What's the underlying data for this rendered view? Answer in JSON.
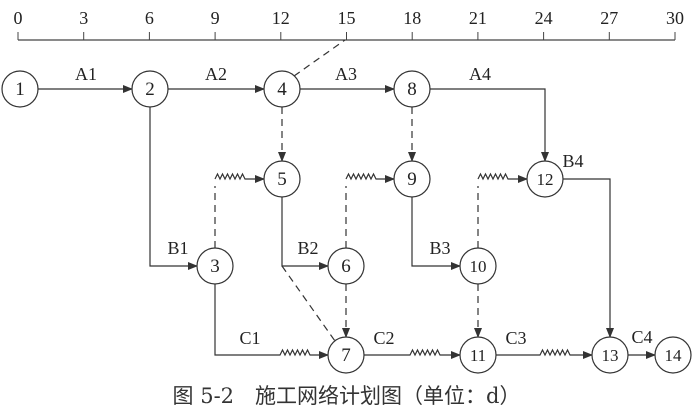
{
  "axis": {
    "ticks": [
      "0",
      "3",
      "6",
      "9",
      "12",
      "15",
      "18",
      "21",
      "24",
      "27",
      "30"
    ]
  },
  "nodes": [
    "1",
    "2",
    "3",
    "4",
    "5",
    "6",
    "7",
    "8",
    "9",
    "10",
    "11",
    "12",
    "13",
    "14"
  ],
  "activities": {
    "A1": "A1",
    "A2": "A2",
    "A3": "A3",
    "A4": "A4",
    "B1": "B1",
    "B2": "B2",
    "B3": "B3",
    "B4": "B4",
    "C1": "C1",
    "C2": "C2",
    "C3": "C3",
    "C4": "C4"
  },
  "caption": "图 5-2　施工网络计划图（单位：d）"
}
